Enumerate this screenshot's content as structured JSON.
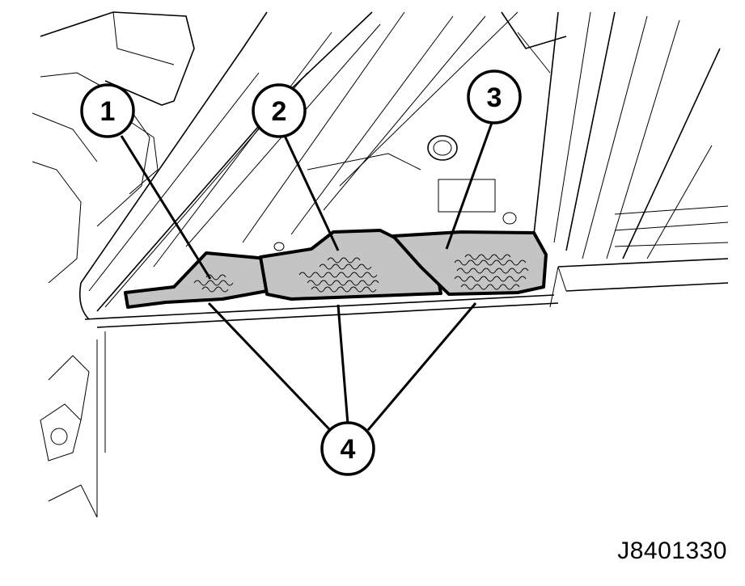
{
  "callouts": [
    {
      "id": "1",
      "label": "1"
    },
    {
      "id": "2",
      "label": "2"
    },
    {
      "id": "3",
      "label": "3"
    },
    {
      "id": "4",
      "label": "4"
    }
  ],
  "reference_code": "J8401330"
}
